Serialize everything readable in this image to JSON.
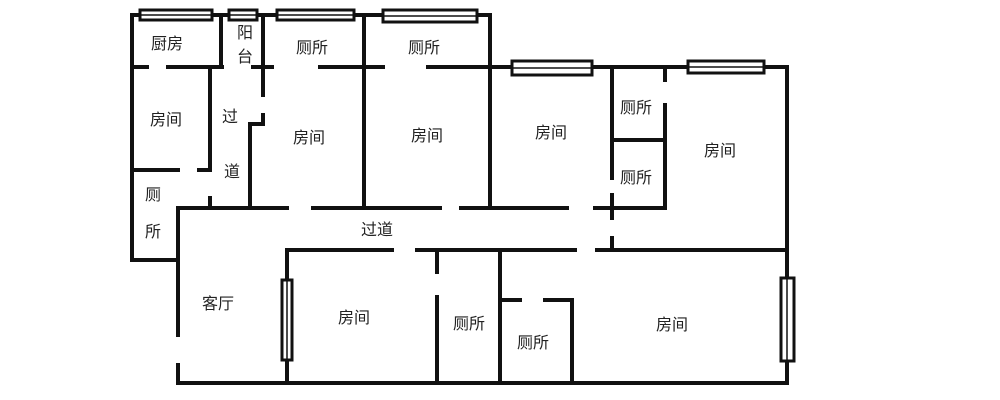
{
  "title": "户型平面图",
  "rooms": {
    "kitchen": "厨房",
    "balcony": "阳台",
    "toilet_top1": "厕所",
    "toilet_top2": "厕所",
    "room_left": "房间",
    "corridor_left_1": "过",
    "corridor_left_2": "道",
    "room_mid1": "房间",
    "room_mid2": "房间",
    "room_mid3": "房间",
    "toilet_right_upper": "厕所",
    "toilet_right_lower": "厕所",
    "room_right": "房间",
    "toilet_left_1": "厕",
    "toilet_left_2": "所",
    "corridor_main": "过道",
    "living_room": "客厅",
    "room_bottom1": "房间",
    "toilet_bottom1": "厕所",
    "toilet_bottom2": "厕所",
    "room_bottom2": "房间"
  }
}
